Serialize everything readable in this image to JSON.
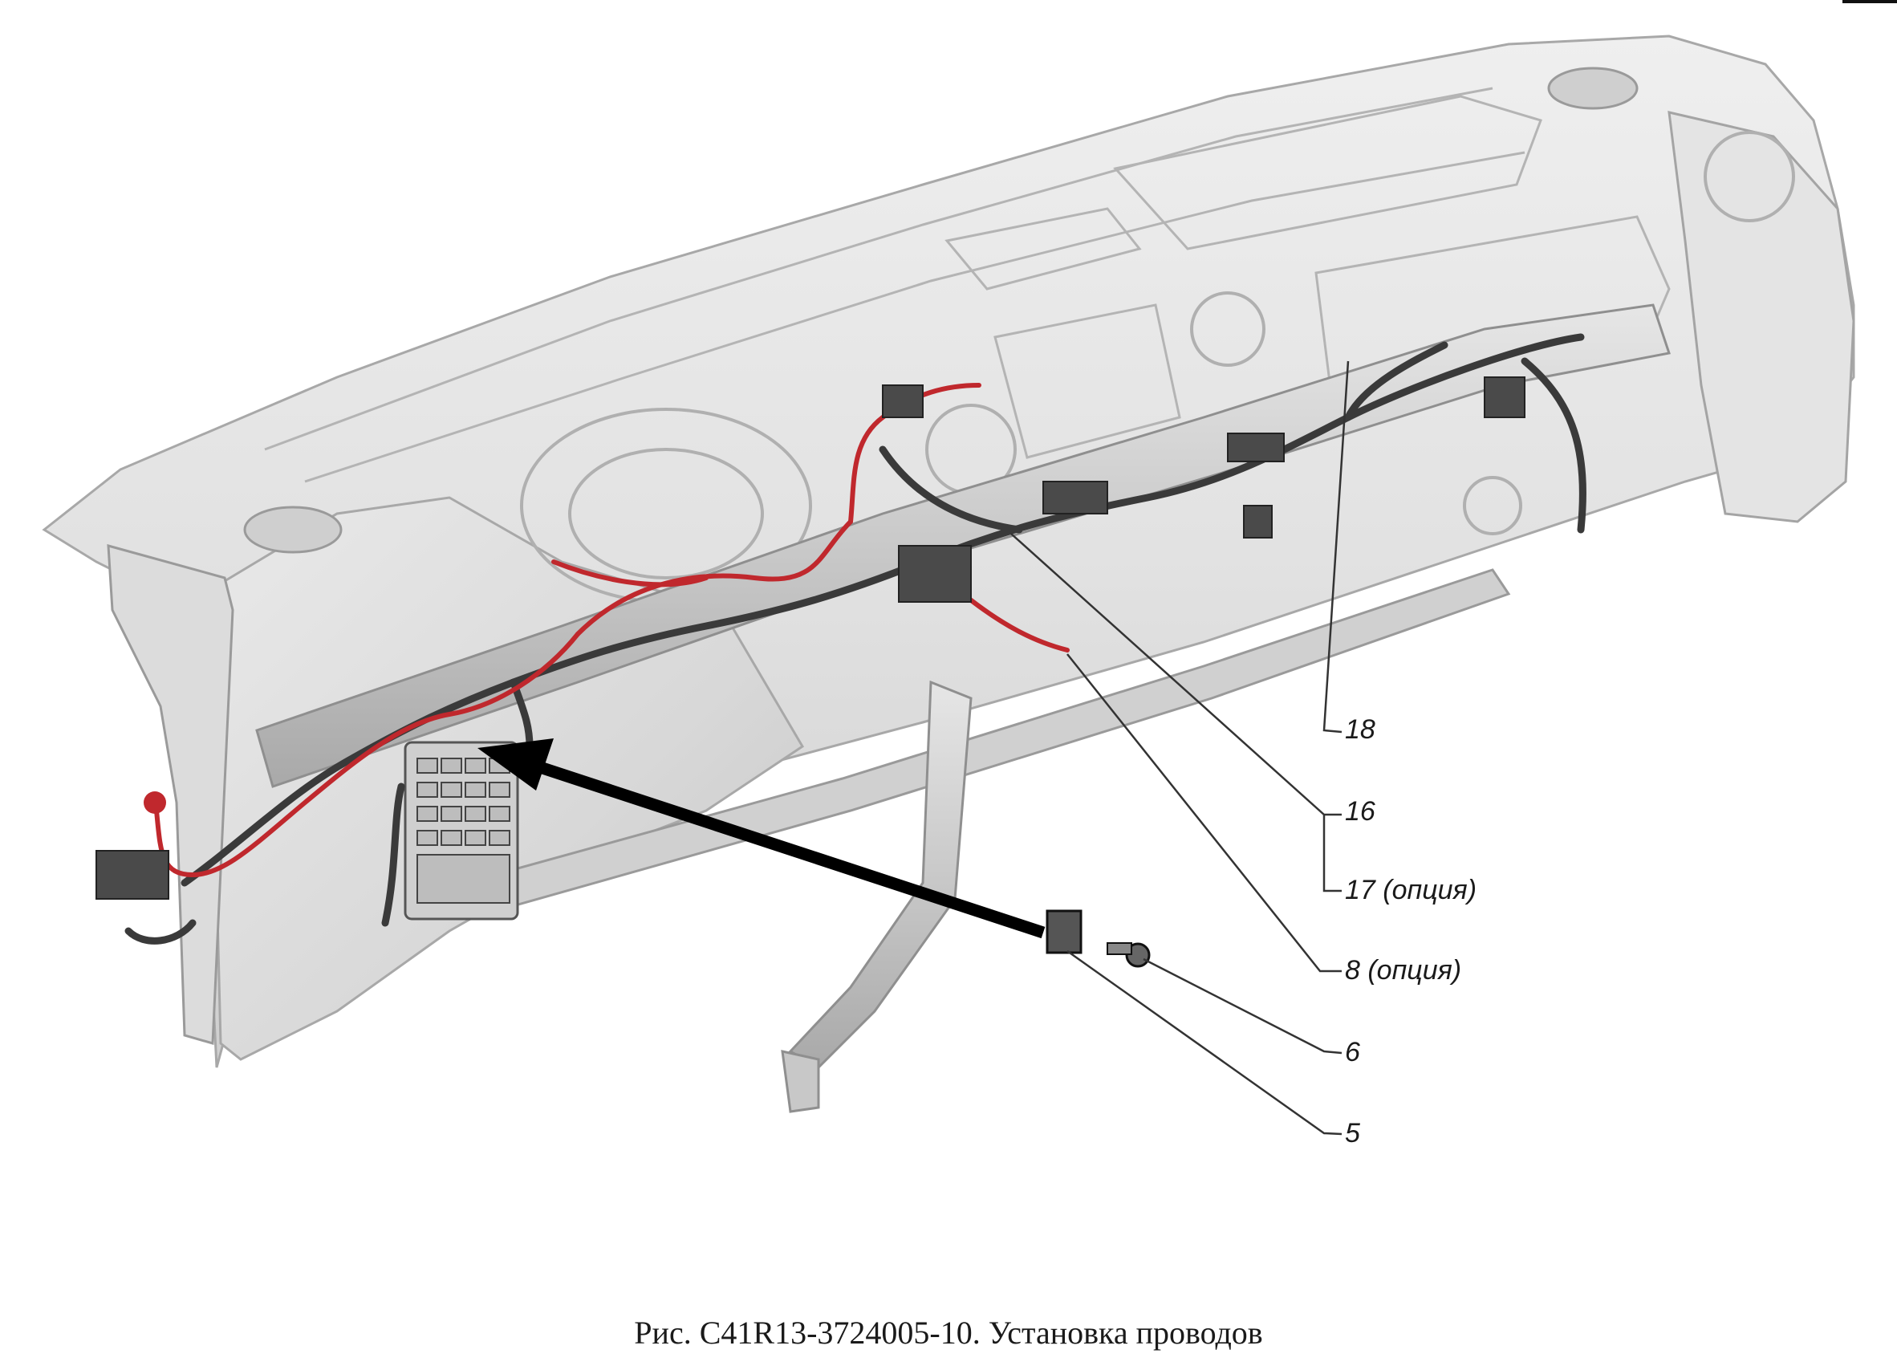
{
  "figure": {
    "caption": "Рис. С41R13-3724005-10. Установка проводов",
    "callouts": [
      {
        "id": "18",
        "label": "18"
      },
      {
        "id": "16",
        "label": "16"
      },
      {
        "id": "17",
        "label": "17 (опция)"
      },
      {
        "id": "8",
        "label": "8 (опция)"
      },
      {
        "id": "6",
        "label": "6"
      },
      {
        "id": "5",
        "label": "5"
      }
    ]
  },
  "colors": {
    "panel_light": "#f2f2f2",
    "panel_mid": "#d9d9d9",
    "panel_edge": "#a8a8a8",
    "harness_dark": "#3a3a3a",
    "harness_red": "#c0282d",
    "leader_line": "#333333",
    "arrow": "#000000"
  }
}
